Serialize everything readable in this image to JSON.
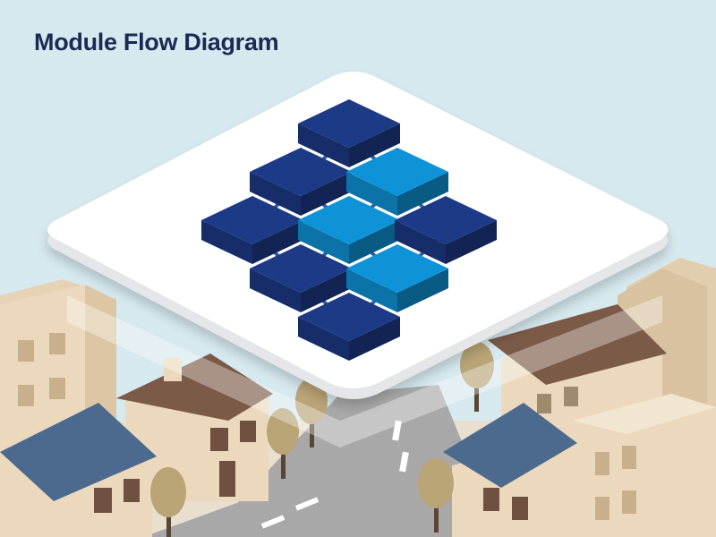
{
  "page": {
    "title": "Module Flow Diagram"
  },
  "colors": {
    "sky": "#d6e9ee",
    "title": "#1b2a55",
    "platform": "#ffffff",
    "platform_edge": "#e4e6ea",
    "module_dark": "#1c3a86",
    "module_light": "#0f93d8",
    "connector": "#2f5ea8",
    "road": "#a8a8a8",
    "building_cream": "#ecd9bd",
    "roof_brown": "#7b5a48",
    "roof_blue": "#4b6a8d",
    "tree": "#b9a476"
  },
  "modules": [
    {
      "id": "m-top",
      "tone": "dark",
      "grid": [
        0,
        -1
      ]
    },
    {
      "id": "m-upper-left",
      "tone": "dark",
      "grid": [
        -1,
        0
      ]
    },
    {
      "id": "m-upper-right",
      "tone": "light",
      "grid": [
        1,
        0
      ]
    },
    {
      "id": "m-left",
      "tone": "dark",
      "grid": [
        -2,
        1
      ]
    },
    {
      "id": "m-center",
      "tone": "light",
      "grid": [
        0,
        1
      ]
    },
    {
      "id": "m-right",
      "tone": "dark",
      "grid": [
        2,
        1
      ]
    },
    {
      "id": "m-lower-left",
      "tone": "dark",
      "grid": [
        -1,
        2
      ]
    },
    {
      "id": "m-lower-right",
      "tone": "light",
      "grid": [
        1,
        2
      ]
    },
    {
      "id": "m-bottom",
      "tone": "dark",
      "grid": [
        0,
        3
      ]
    }
  ],
  "connections": [
    [
      "m-top",
      "m-upper-left"
    ],
    [
      "m-top",
      "m-upper-right"
    ],
    [
      "m-upper-left",
      "m-left"
    ],
    [
      "m-upper-left",
      "m-center"
    ],
    [
      "m-upper-right",
      "m-center"
    ],
    [
      "m-upper-right",
      "m-right"
    ],
    [
      "m-left",
      "m-lower-left"
    ],
    [
      "m-center",
      "m-lower-left"
    ],
    [
      "m-center",
      "m-lower-right"
    ],
    [
      "m-right",
      "m-lower-right"
    ],
    [
      "m-lower-left",
      "m-bottom"
    ],
    [
      "m-lower-right",
      "m-bottom"
    ]
  ]
}
